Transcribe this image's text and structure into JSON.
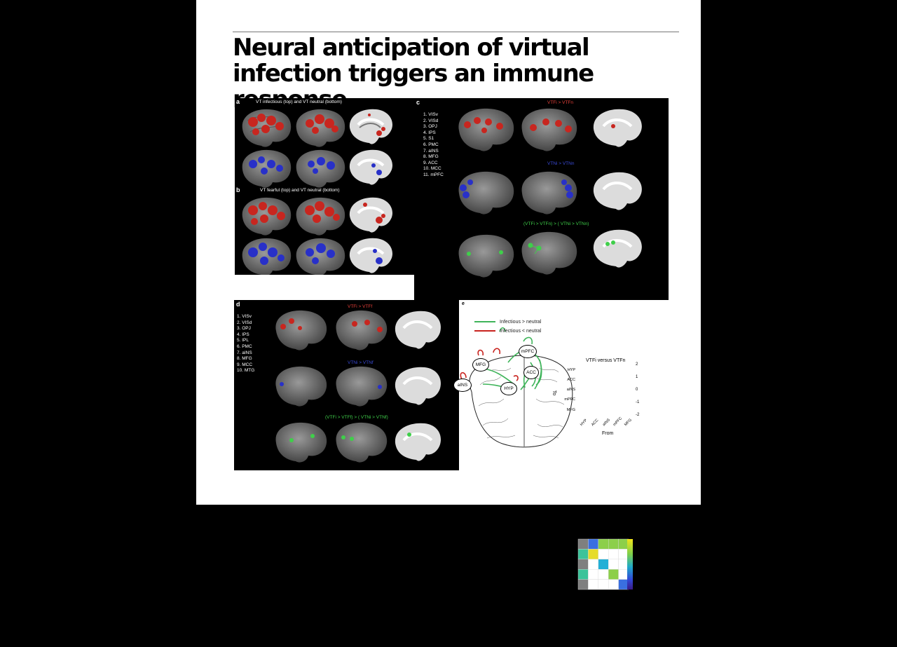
{
  "article": {
    "title": "Neural anticipation of virtual infection triggers an immune response"
  },
  "panel_a": {
    "label": "a",
    "title": "VT infectious (top) and VT neutral (bottom)"
  },
  "panel_b": {
    "label": "b",
    "title": "VT fearful (top) and VT neutral (bottom)"
  },
  "panel_c": {
    "label": "c",
    "legend": [
      "1. VISv",
      "2. VISd",
      "3. OPJ",
      "4. IPS",
      "5. S1",
      "6. PMC",
      "7. aINS",
      "8. MFG",
      "9. ACC",
      "10. MCC",
      "11. mPFC"
    ],
    "contrast_red": "VTFi > VTFn",
    "contrast_blue": "VTNi > VTNn",
    "contrast_green": "(VTFi > VTFn) > ( VTNi > VTNn)"
  },
  "panel_d": {
    "label": "d",
    "legend": [
      "1. VISv",
      "2. VISd",
      "3. OPJ",
      "4. IPS",
      "5. IPL",
      "6. PMC",
      "7. aINS",
      "8. MFG",
      "9. MCC",
      "10. MTG"
    ],
    "contrast_red": "VTFi > VTFf",
    "contrast_blue": "VTNi > VTNf",
    "contrast_green": "(VTFi > VTFf) > ( VTNi > VTNf)"
  },
  "panel_e": {
    "label": "e",
    "legend_green": "Infectious > neutral",
    "legend_red": "Infectious < neutral",
    "nodes": [
      "mPFC",
      "MFG",
      "ACC",
      "aINS",
      "HYP"
    ],
    "heatmap_title": "VTFi versus VTFn",
    "y_axis": "To",
    "x_axis": "From",
    "rows": [
      "HYP",
      "ACC",
      "aINS",
      "mPFC",
      "MFG"
    ],
    "cols": [
      "HYP",
      "ACC",
      "aINS",
      "mPFC",
      "MFG"
    ],
    "colorbar_ticks": [
      "2",
      "1",
      "0",
      "-1",
      "-2"
    ],
    "colors": {
      "green": "#3fb45a",
      "red": "#c8231e"
    }
  }
}
